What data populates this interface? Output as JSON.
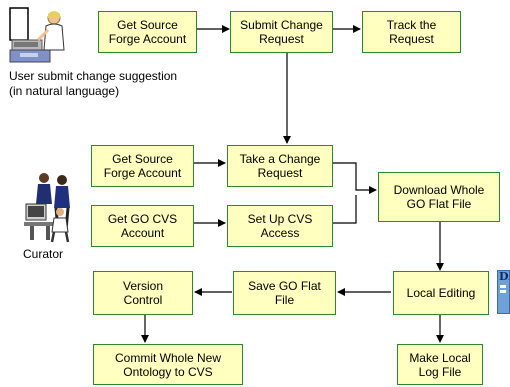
{
  "boxes": {
    "get_sf_account_top": "Get Source\nForge Account",
    "submit_change_request": "Submit Change\nRequest",
    "track_request": "Track the\nRequest",
    "get_sf_account_mid": "Get Source\nForge Account",
    "take_change_request": "Take a Change\nRequest",
    "get_go_cvs_account": "Get GO CVS\nAccount",
    "set_up_cvs_access": "Set Up CVS\nAccess",
    "download_flat_file": "Download Whole\nGO Flat File",
    "version_control": "Version\nControl",
    "save_flat_file": "Save GO Flat\nFile",
    "local_editing": "Local Editing",
    "commit_ontology": "Commit Whole New\nOntology to CVS",
    "make_log_file": "Make Local\nLog File"
  },
  "labels": {
    "user_caption": "User submit change suggestion\n(in natural language)",
    "curator_caption": "Curator",
    "dag_fragment": "DA"
  },
  "colors": {
    "box_fill": "#ffffc0",
    "box_border": "#2b8a2b",
    "arrow": "#000000"
  }
}
